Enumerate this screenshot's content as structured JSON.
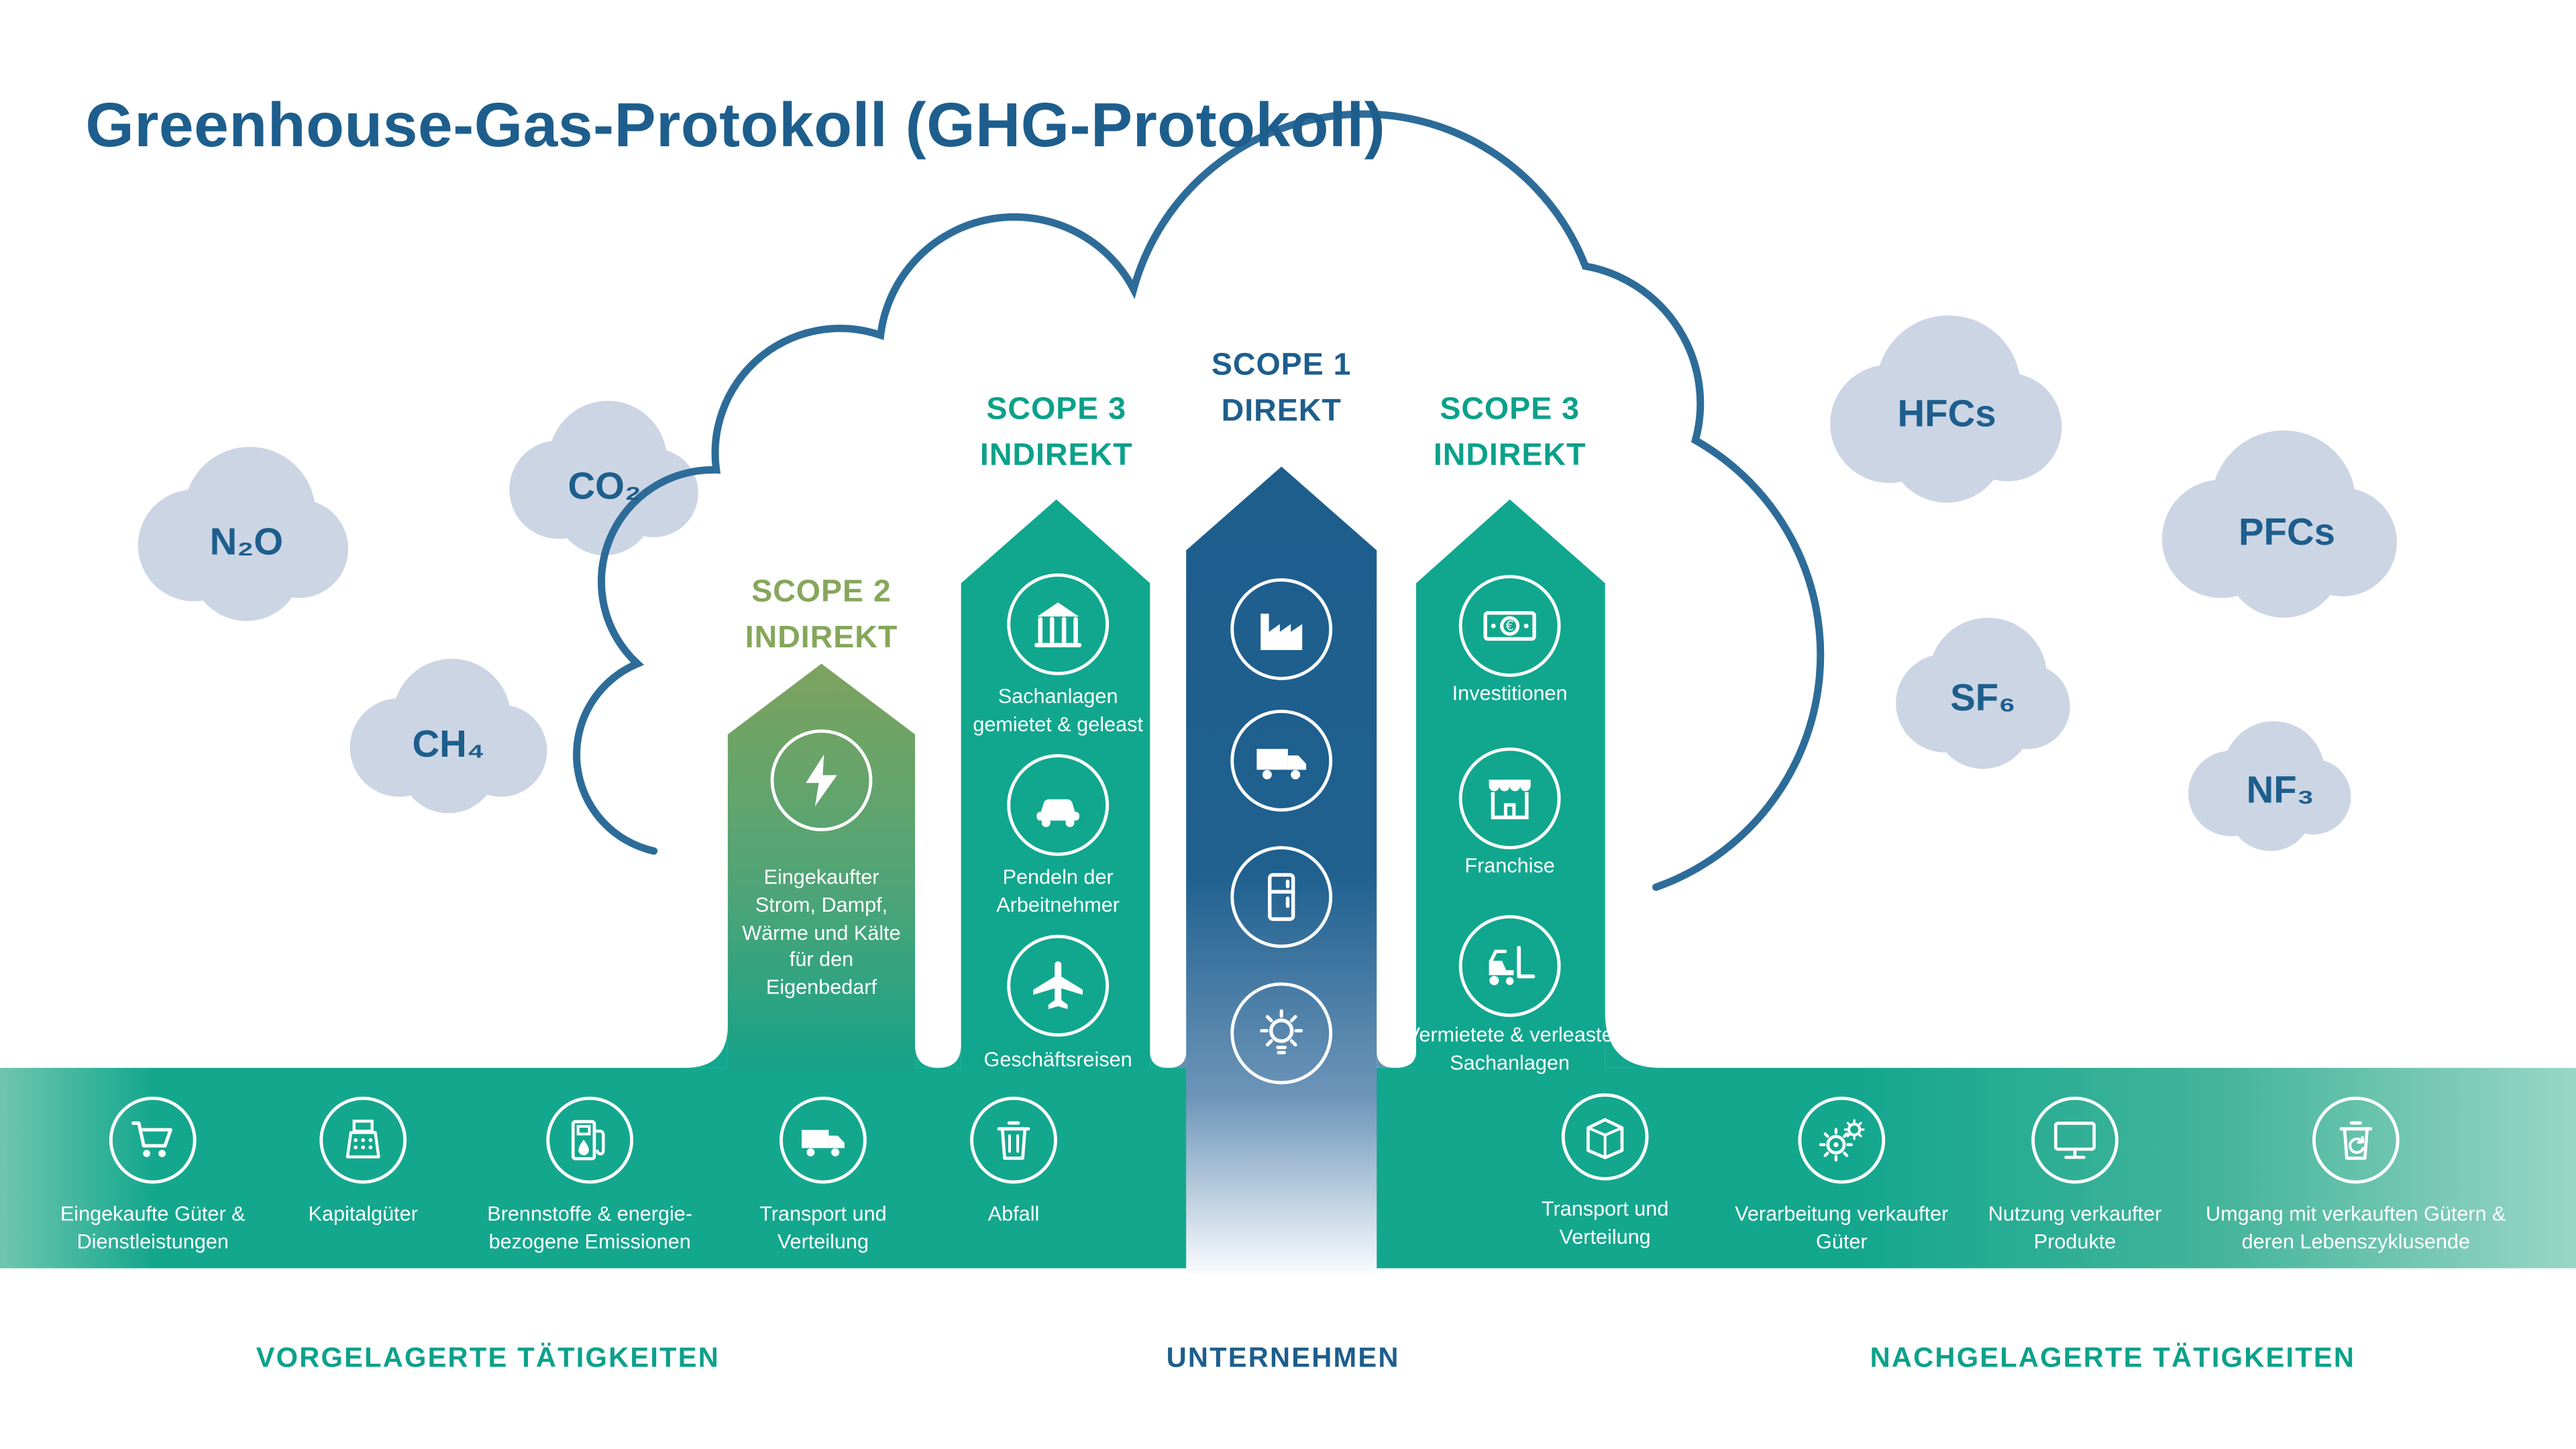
{
  "title": "Greenhouse-Gas-Protokoll (GHG-Protokoll)",
  "gases": [
    {
      "label": "N₂O"
    },
    {
      "label": "CO₂"
    },
    {
      "label": "CH₄"
    },
    {
      "label": "HFCs"
    },
    {
      "label": "PFCs"
    },
    {
      "label": "SF₆"
    },
    {
      "label": "NF₃"
    }
  ],
  "scopes": {
    "scope2": {
      "title_line1": "SCOPE 2",
      "title_line2": "INDIREKT",
      "items": [
        {
          "icon": "lightning-icon",
          "label": "Eingekaufter Strom, Dampf, Wärme und Kälte für den Eigenbedarf"
        }
      ]
    },
    "scope3_left": {
      "title_line1": "SCOPE 3",
      "title_line2": "INDIREKT",
      "items": [
        {
          "icon": "building-icon",
          "label": "Sachanlagen gemietet & geleast"
        },
        {
          "icon": "car-icon",
          "label": "Pendeln der Arbeitnehmer"
        },
        {
          "icon": "plane-icon",
          "label": "Geschäftsreisen"
        }
      ]
    },
    "scope1": {
      "title_line1": "SCOPE 1",
      "title_line2": "DIREKT",
      "items": [
        {
          "icon": "factory-icon"
        },
        {
          "icon": "truck-icon"
        },
        {
          "icon": "fridge-icon"
        },
        {
          "icon": "lightbulb-icon"
        }
      ]
    },
    "scope3_right": {
      "title_line1": "SCOPE 3",
      "title_line2": "INDIREKT",
      "items": [
        {
          "icon": "money-icon",
          "label": "Investitionen"
        },
        {
          "icon": "shop-icon",
          "label": "Franchise"
        },
        {
          "icon": "forklift-icon",
          "label": "Vermietete & verleaste Sachanlagen"
        }
      ]
    }
  },
  "band": {
    "left_items": [
      {
        "icon": "cart-icon",
        "label": "Eingekaufte Güter & Dienstleistungen"
      },
      {
        "icon": "cash-register-icon",
        "label": "Kapitalgüter"
      },
      {
        "icon": "fuel-icon",
        "label": "Brennstoffe & energie-bezogene Emissionen"
      },
      {
        "icon": "truck-icon",
        "label": "Transport und Verteilung"
      },
      {
        "icon": "trash-icon",
        "label": "Abfall"
      }
    ],
    "right_items": [
      {
        "icon": "package-icon",
        "label": "Transport und Verteilung"
      },
      {
        "icon": "gears-icon",
        "label": "Verarbeitung verkaufter Güter"
      },
      {
        "icon": "monitor-icon",
        "label": "Nutzung verkaufter Produkte"
      },
      {
        "icon": "recycle-trash-icon",
        "label": "Umgang mit verkauften Gütern & deren Lebenszyklusende"
      }
    ]
  },
  "footer": {
    "upstream": "VORGELAGERTE TÄTIGKEITEN",
    "company": "UNTERNEHMEN",
    "downstream": "NACHGELAGERTE TÄTIGKEITEN"
  },
  "colors": {
    "blue": "#1d5e8d",
    "teal": "#10a78e",
    "scope2_green": "#85a75b",
    "gas_cloud": "#ccd5e4",
    "cloud_outline": "#2d6c99"
  }
}
